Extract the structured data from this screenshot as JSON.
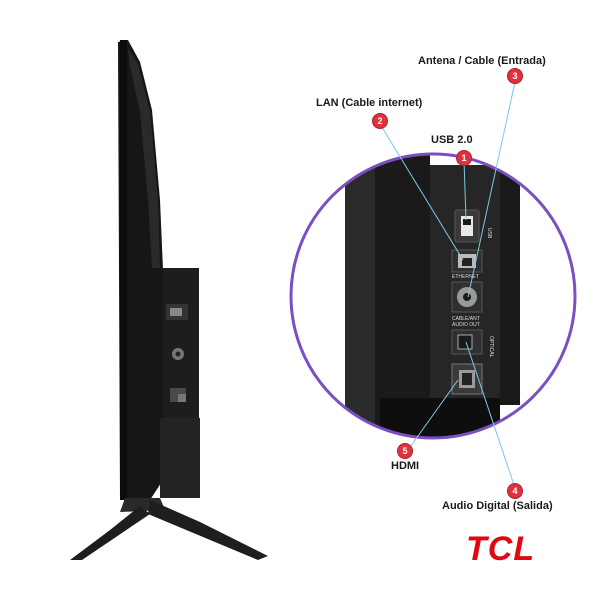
{
  "callouts": [
    {
      "number": "1",
      "label": "USB 2.0"
    },
    {
      "number": "2",
      "label": "LAN (Cable internet)"
    },
    {
      "number": "3",
      "label": "Antena / Cable (Entrada)"
    },
    {
      "number": "4",
      "label": "Audio Digital (Salida)"
    },
    {
      "number": "5",
      "label": "HDMI"
    }
  ],
  "port_markings": {
    "usb": "USB",
    "ethernet": "ETHERNET",
    "cable": "CABLE/ANT",
    "audio_out": "AUDIO OUT",
    "optical": "OPTICAL"
  },
  "brand": {
    "name": "TCL",
    "color": "#e30613"
  },
  "colors": {
    "badge": "#e0323c",
    "magnifier_ring": "#7b4fc0",
    "leader_line": "#7ec8e3"
  }
}
